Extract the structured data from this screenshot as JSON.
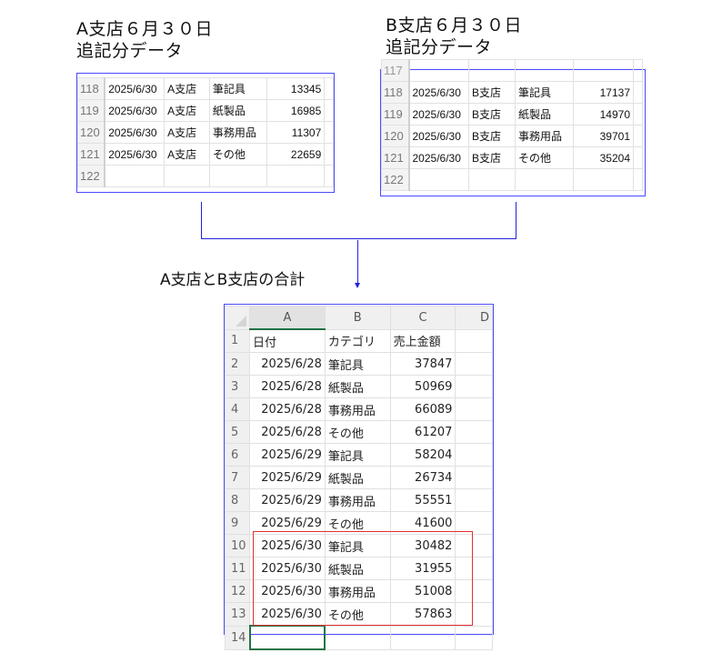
{
  "panel_a": {
    "title_line1": "A支店６月３０日",
    "title_line2": "追記分データ",
    "rows": [
      {
        "row": "118",
        "date": "2025/6/30",
        "branch": "A支店",
        "category": "筆記具",
        "amount": "13345"
      },
      {
        "row": "119",
        "date": "2025/6/30",
        "branch": "A支店",
        "category": "紙製品",
        "amount": "16985"
      },
      {
        "row": "120",
        "date": "2025/6/30",
        "branch": "A支店",
        "category": "事務用品",
        "amount": "11307"
      },
      {
        "row": "121",
        "date": "2025/6/30",
        "branch": "A支店",
        "category": "その他",
        "amount": "22659"
      },
      {
        "row": "122",
        "date": "",
        "branch": "",
        "category": "",
        "amount": ""
      }
    ]
  },
  "panel_b": {
    "title_line1": "B支店６月３０日",
    "title_line2": "追記分データ",
    "rows": [
      {
        "row": "118",
        "date": "2025/6/30",
        "branch": "B支店",
        "category": "筆記具",
        "amount": "17137"
      },
      {
        "row": "119",
        "date": "2025/6/30",
        "branch": "B支店",
        "category": "紙製品",
        "amount": "14970"
      },
      {
        "row": "120",
        "date": "2025/6/30",
        "branch": "B支店",
        "category": "事務用品",
        "amount": "39701"
      },
      {
        "row": "121",
        "date": "2025/6/30",
        "branch": "B支店",
        "category": "その他",
        "amount": "35204"
      },
      {
        "row": "122",
        "date": "",
        "branch": "",
        "category": "",
        "amount": ""
      }
    ]
  },
  "merge_label": "A支店とB支店の合計",
  "summary_sheet": {
    "columns": [
      "A",
      "B",
      "C",
      "D"
    ],
    "header": {
      "row": "1",
      "a": "日付",
      "b": "カテゴリ",
      "c": "売上金額"
    },
    "rows": [
      {
        "row": "2",
        "date": "2025/6/28",
        "category": "筆記具",
        "amount": "37847"
      },
      {
        "row": "3",
        "date": "2025/6/28",
        "category": "紙製品",
        "amount": "50969"
      },
      {
        "row": "4",
        "date": "2025/6/28",
        "category": "事務用品",
        "amount": "66089"
      },
      {
        "row": "5",
        "date": "2025/6/28",
        "category": "その他",
        "amount": "61207"
      },
      {
        "row": "6",
        "date": "2025/6/29",
        "category": "筆記具",
        "amount": "58204"
      },
      {
        "row": "7",
        "date": "2025/6/29",
        "category": "紙製品",
        "amount": "26734"
      },
      {
        "row": "8",
        "date": "2025/6/29",
        "category": "事務用品",
        "amount": "55551"
      },
      {
        "row": "9",
        "date": "2025/6/29",
        "category": "その他",
        "amount": "41600"
      },
      {
        "row": "10",
        "date": "2025/6/30",
        "category": "筆記具",
        "amount": "30482"
      },
      {
        "row": "11",
        "date": "2025/6/30",
        "category": "紙製品",
        "amount": "31955"
      },
      {
        "row": "12",
        "date": "2025/6/30",
        "category": "事務用品",
        "amount": "51008"
      },
      {
        "row": "13",
        "date": "2025/6/30",
        "category": "その他",
        "amount": "57863"
      }
    ],
    "partial_row": "14"
  },
  "colors": {
    "snip_border": "#4a4aff",
    "connector": "#2222dd",
    "highlight": "#e03030",
    "active_cell": "#217346"
  }
}
